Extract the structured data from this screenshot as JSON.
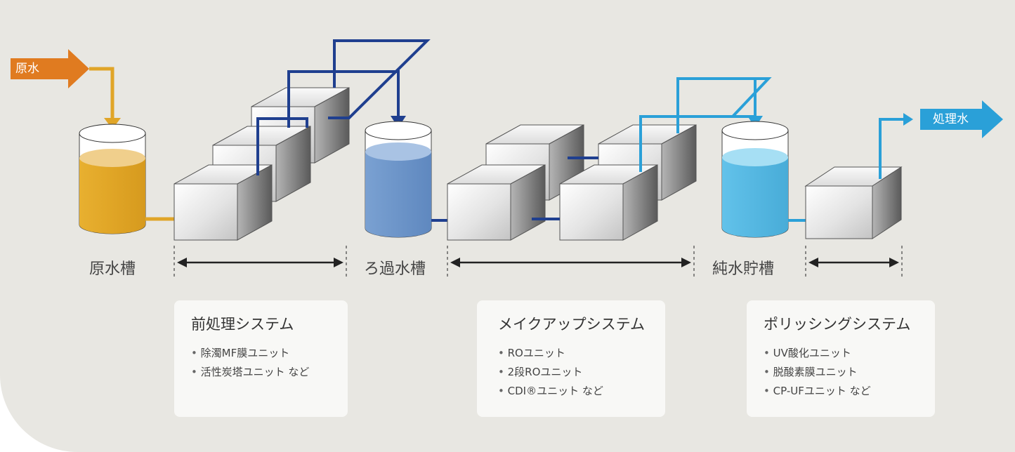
{
  "input_label": "原水",
  "output_label": "処理水",
  "tanks": {
    "raw": "原水槽",
    "filtered": "ろ過水槽",
    "pure": "純水貯槽"
  },
  "systems": [
    {
      "title": "前処理システム",
      "items": [
        "除濁MF膜ユニット",
        "活性炭塔ユニット など"
      ]
    },
    {
      "title": "メイクアップシステム",
      "items": [
        "ROユニット",
        "2段ROユニット",
        "CDI®ユニット など"
      ]
    },
    {
      "title": "ポリッシングシステム",
      "items": [
        "UV酸化ユニット",
        "脱酸素膜ユニット",
        "CP-UFユニット など"
      ]
    }
  ],
  "colors": {
    "background": "#e8e7e2",
    "raw_water": "#e0a528",
    "raw_arrow": "#e07b20",
    "filtered_water": "#6b94c8",
    "filtered_pipe": "#1f3f8f",
    "pure_water": "#55b7e0",
    "pure_pipe": "#2aa0d8"
  },
  "icons": [
    "tank-icon",
    "unit-box-icon",
    "span-arrow-icon",
    "flow-arrow-icon"
  ]
}
